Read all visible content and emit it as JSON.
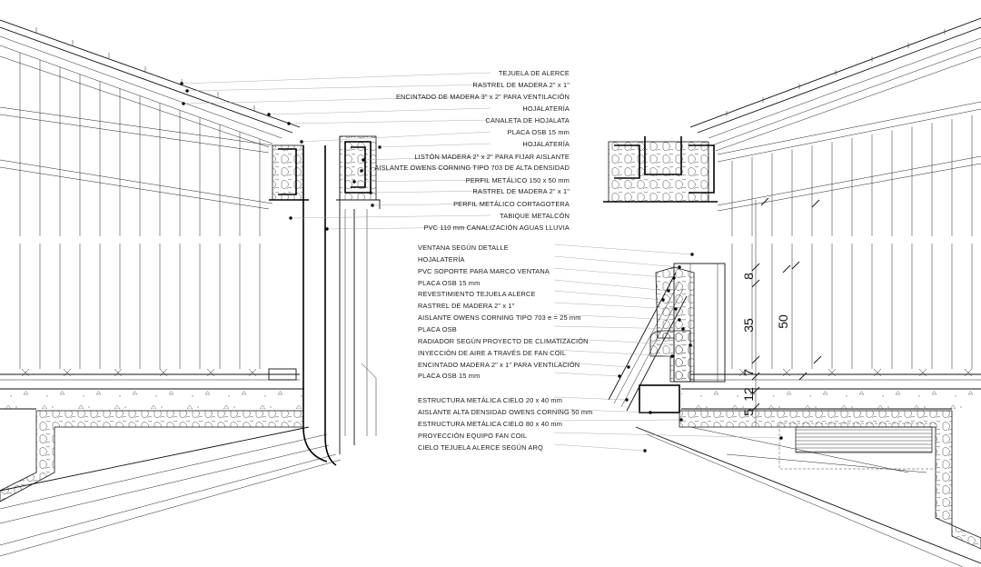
{
  "labels_top": [
    "TEJUELA DE ALERCE",
    "RASTREL DE MADERA  2\" x 1\"",
    "ENCINTADO DE MADERA  3\" x 2\"  PARA VENTILACIÓN",
    "HOJALATERÍA",
    "CANALETA DE HOJALATA",
    "PLACA OSB 15 mm",
    "HOJALATERÍA",
    "LISTÓN MADERA  2\" x 2\"  PARA FIJAR AISLANTE",
    "AISLANTE OWENS CORNING TIPO 703 DE ALTA DENSIDAD",
    "PERFIL METÁLICO 150 x 50 mm",
    "RASTREL DE MADERA  2\" x 1\"",
    "PERFIL METÁLICO CORTAGOTERA",
    "TABIQUE METALCÓN",
    "PVC 110 mm CANALIZACIÓN AGUAS LLUVIA"
  ],
  "labels_bottom": [
    "VENTANA SEGÚN DETALLE",
    "HOJALATERÍA",
    "PVC SOPORTE PARA MARCO VENTANA",
    "PLACA OSB 15 mm",
    "REVESTIMIENTO TEJUELA ALERCE",
    "RASTREL DE MADERA  2\" x 1\"",
    "AISLANTE OWENS CORNING TIPO 703  e = 25 mm",
    "PLACA OSB",
    "RADIADOR SEGÚN PROYECTO DE CLIMATIZACIÓN",
    "INYECCIÓN DE AIRE A TRAVÉS DE FAN COIL",
    "ENCINTADO MADERA  2\" x 1\"  PARA VENTILACIÓN",
    "PLACA OSB 15 mm",
    "ESTRUCTURA METÁLICA CIELO 20 x 40 mm",
    "AISLANTE ALTA DENSIDAD OWENS CORNING 50 mm",
    "ESTRUCTURA METÁLICA CIELO 80 x 40 mm",
    "PROYECCIÓN EQUIPO FAN COIL",
    "CIELO TEJUELA ALERCE SEGÚN ARQ"
  ],
  "dimensions": [
    "8",
    "35",
    "50",
    "7",
    "12",
    "5"
  ],
  "colors": {
    "line": "#111111",
    "leader": "#9a9a9a",
    "background": "#ffffff"
  }
}
